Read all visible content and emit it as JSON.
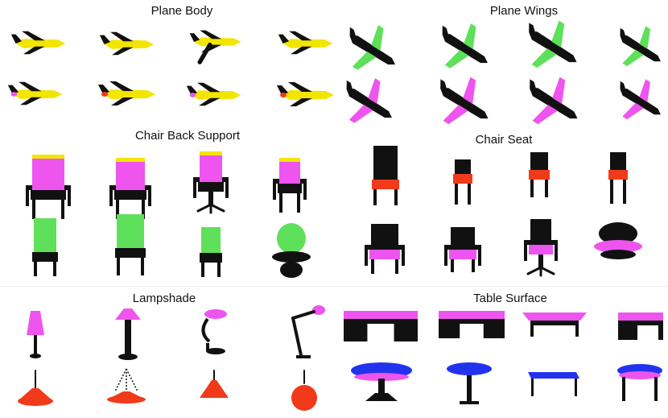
{
  "panels": {
    "plane_body": {
      "title": "Plane Body"
    },
    "plane_wings": {
      "title": "Plane Wings"
    },
    "chair_back_support": {
      "title": "Chair Back Support"
    },
    "chair_seat": {
      "title": "Chair Seat"
    },
    "lampshade": {
      "title": "Lampshade"
    },
    "table_surface": {
      "title": "Table Surface"
    }
  },
  "colors": {
    "background": "#ffffff",
    "base_part": "#111111",
    "yellow_part": "#f2e500",
    "green_part": "#5fe05a",
    "magenta_part": "#ee55ee",
    "red_part": "#f03a1a",
    "blue_part": "#2233ee"
  }
}
